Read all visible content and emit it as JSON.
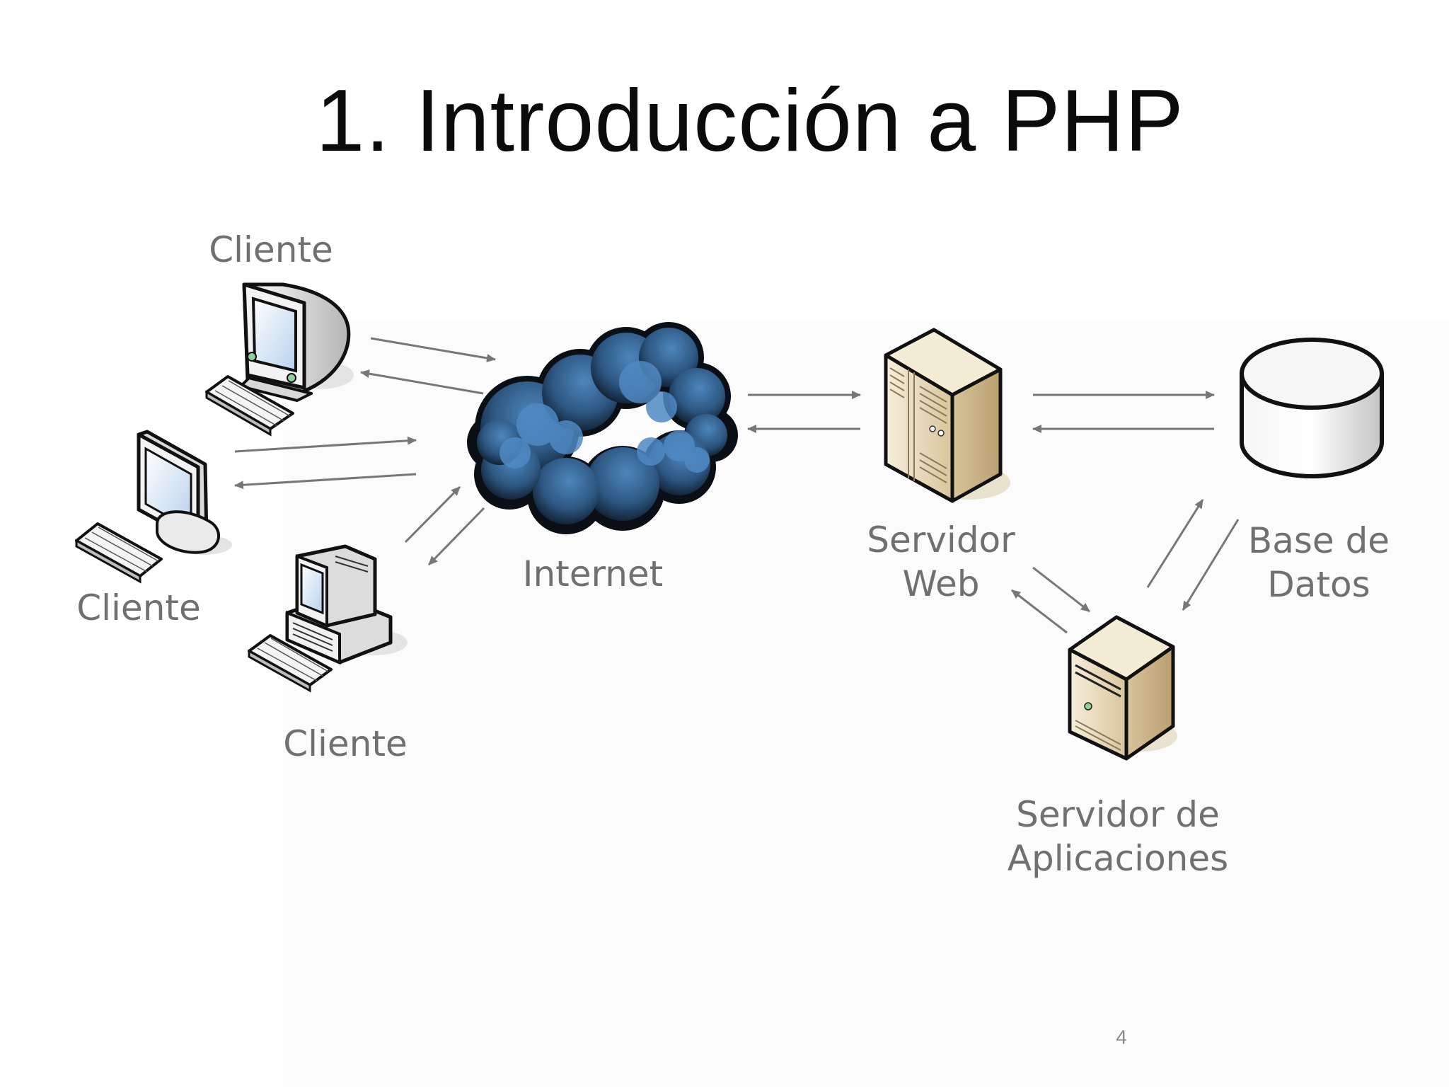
{
  "slide": {
    "title": "1. Introducción a PHP",
    "page_number": "4"
  },
  "labels": {
    "client_1": "Cliente",
    "client_2": "Cliente",
    "client_3": "Cliente",
    "internet": "Internet",
    "web_server_line1": "Servidor",
    "web_server_line2": "Web",
    "database_line1": "Base de",
    "database_line2": "Datos",
    "app_server_line1": "Servidor de",
    "app_server_line2": "Aplicaciones"
  },
  "icons": {
    "client_1": "crt-monitor-computer-icon",
    "client_2": "lcd-monitor-computer-icon",
    "client_3": "desktop-computer-icon",
    "internet": "cloud-icon",
    "web_server": "tower-server-icon",
    "database": "database-cylinder-icon",
    "app_server": "app-server-icon"
  },
  "colors": {
    "label_text": "#707070",
    "arrow": "#777777",
    "cloud": "#3a6c9b",
    "server_body": "#eee0c2"
  }
}
